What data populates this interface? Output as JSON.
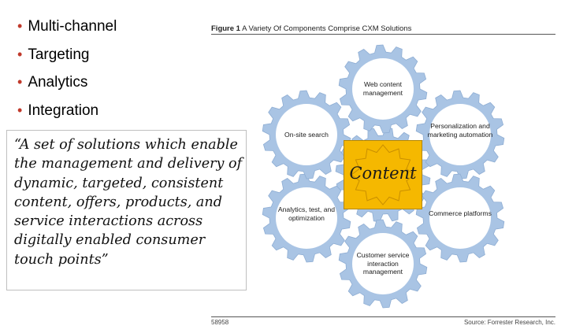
{
  "bullets": [
    {
      "text": "Multi-channel"
    },
    {
      "text": "Targeting"
    },
    {
      "text": "Analytics"
    },
    {
      "text": "Integration"
    }
  ],
  "quote": "“A set of solutions which enable the management and delivery of dynamic, targeted, consistent content, offers, products, and service interactions across digitally enabled consumer touch points”",
  "figure": {
    "number": "Figure 1",
    "title": "A Variety Of Components Comprise CXM Solutions",
    "center_label": "Content",
    "gears": [
      "Web content management",
      "Personalization and marketing automation",
      "Commerce platforms",
      "Customer service interaction management",
      "Analytics, test, and optimization",
      "On-site search"
    ],
    "doc_id": "58958",
    "source": "Source: Forrester Research, Inc."
  },
  "colors": {
    "gear_fill": "#a9c4e4",
    "gear_inner": "#ffffff",
    "center_fill": "#f5b800",
    "bullet_dot": "#c0392b"
  }
}
